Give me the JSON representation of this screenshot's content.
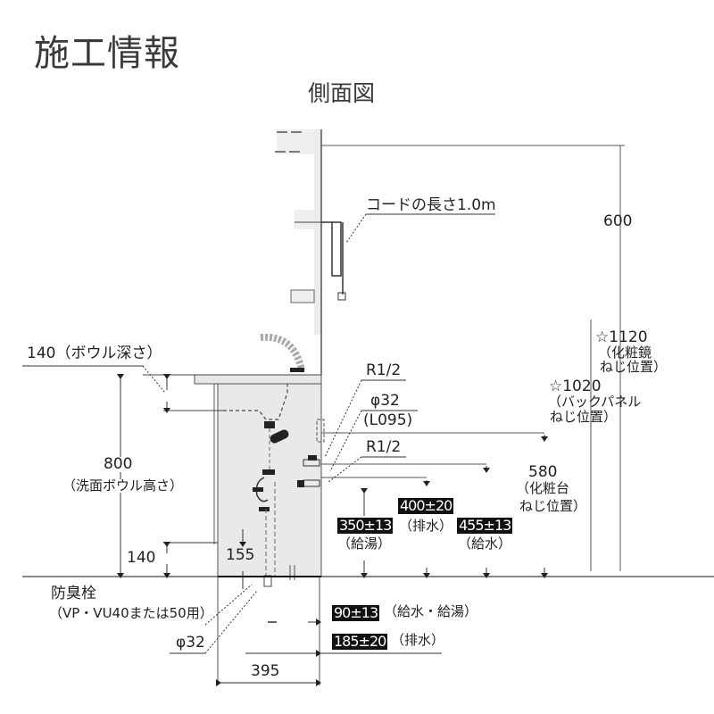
{
  "header": {
    "title": "施工情報",
    "subtitle": "側面図"
  },
  "annotations": {
    "cord_length": "コードの長さ1.0m",
    "mirror_height": "600",
    "mirror_screw_value": "☆1120",
    "mirror_screw_desc1": "（化粧鏡",
    "mirror_screw_desc2": "ねじ位置）",
    "backpanel_value": "☆1020",
    "backpanel_desc1": "（バックパネル",
    "backpanel_desc2": "ねじ位置）",
    "bowl_depth": "140（ボウル深さ）",
    "bowl_height_value": "800",
    "bowl_height_desc": "（洗面ボウル高さ）",
    "base_height": "140",
    "trap_height": "155",
    "r12_top": "R1/2",
    "phi32_top": "φ32",
    "l095": "(L095)",
    "r12_bottom": "R1/2",
    "vanity_screw_value": "580",
    "vanity_screw_desc1": "（化粧台",
    "vanity_screw_desc2": "ねじ位置）",
    "hot_water_value": "350±13",
    "hot_water_desc": "（給湯）",
    "drain_value": "400±20",
    "drain_desc": "（排水）",
    "water_supply_value": "455±13",
    "water_supply_desc": "（給水）",
    "odor_trap_title": "防臭栓",
    "odor_trap_desc": "（VP・VU40または50用）",
    "phi32_bottom": "φ32",
    "supply_offset_value": "90±13",
    "supply_offset_desc": "（給水・給湯）",
    "drain_offset_value": "185±20",
    "drain_offset_desc": "（排水）",
    "depth": "395"
  },
  "colors": {
    "line": "#333333",
    "cabinet_fill": "#e9e9e9",
    "highlight_box": "#111111"
  }
}
